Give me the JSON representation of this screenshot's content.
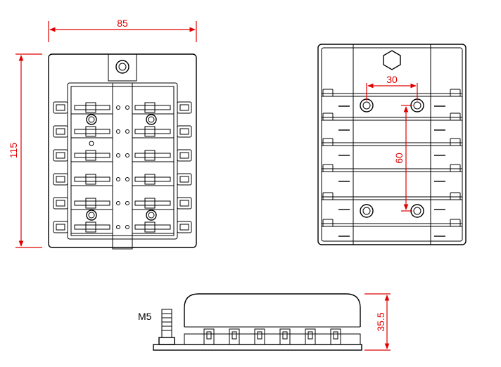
{
  "dimensions": {
    "width": "85",
    "height": "115",
    "hole_spacing_x": "30",
    "hole_spacing_y": "60",
    "depth": "35.5",
    "stud": "M5"
  },
  "colors": {
    "dimension": "#e00000",
    "outline": "#000000"
  }
}
